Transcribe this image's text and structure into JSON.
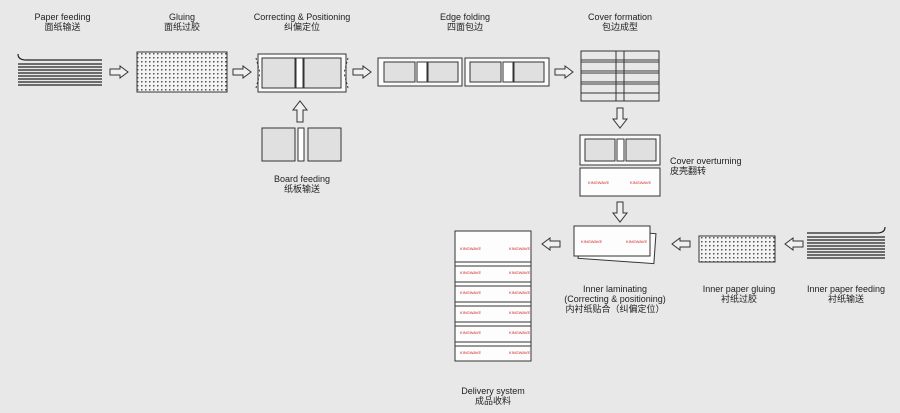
{
  "stages": {
    "paper_feeding": {
      "en": "Paper feeding",
      "zh": "面纸输送"
    },
    "gluing": {
      "en": "Gluing",
      "zh": "面纸过胶"
    },
    "correcting": {
      "en": "Correcting & Positioning",
      "zh": "纠偏定位"
    },
    "edge_folding": {
      "en": "Edge folding",
      "zh": "四面包边"
    },
    "cover_formation": {
      "en": "Cover formation",
      "zh": "包边成型"
    },
    "board_feeding": {
      "en": "Board feeding",
      "zh": "纸板输送"
    },
    "cover_overturning": {
      "en": "Cover overturning",
      "zh": "皮壳翻转"
    },
    "inner_laminating": {
      "en_1": "Inner laminating",
      "en_2": "(Correcting & positioning)",
      "zh": "内衬纸贴合（纠偏定位）"
    },
    "inner_paper_gluing": {
      "en": "Inner paper gluing",
      "zh": "衬纸过胶"
    },
    "inner_paper_feeding": {
      "en": "Inner paper feeding",
      "zh": "衬纸输送"
    },
    "delivery_system": {
      "en": "Delivery system",
      "zh": "成品收料"
    }
  },
  "product_marks": {
    "brand": "KINGWAVE"
  },
  "icons": {
    "flow_arrow": "hollow-arrow"
  }
}
